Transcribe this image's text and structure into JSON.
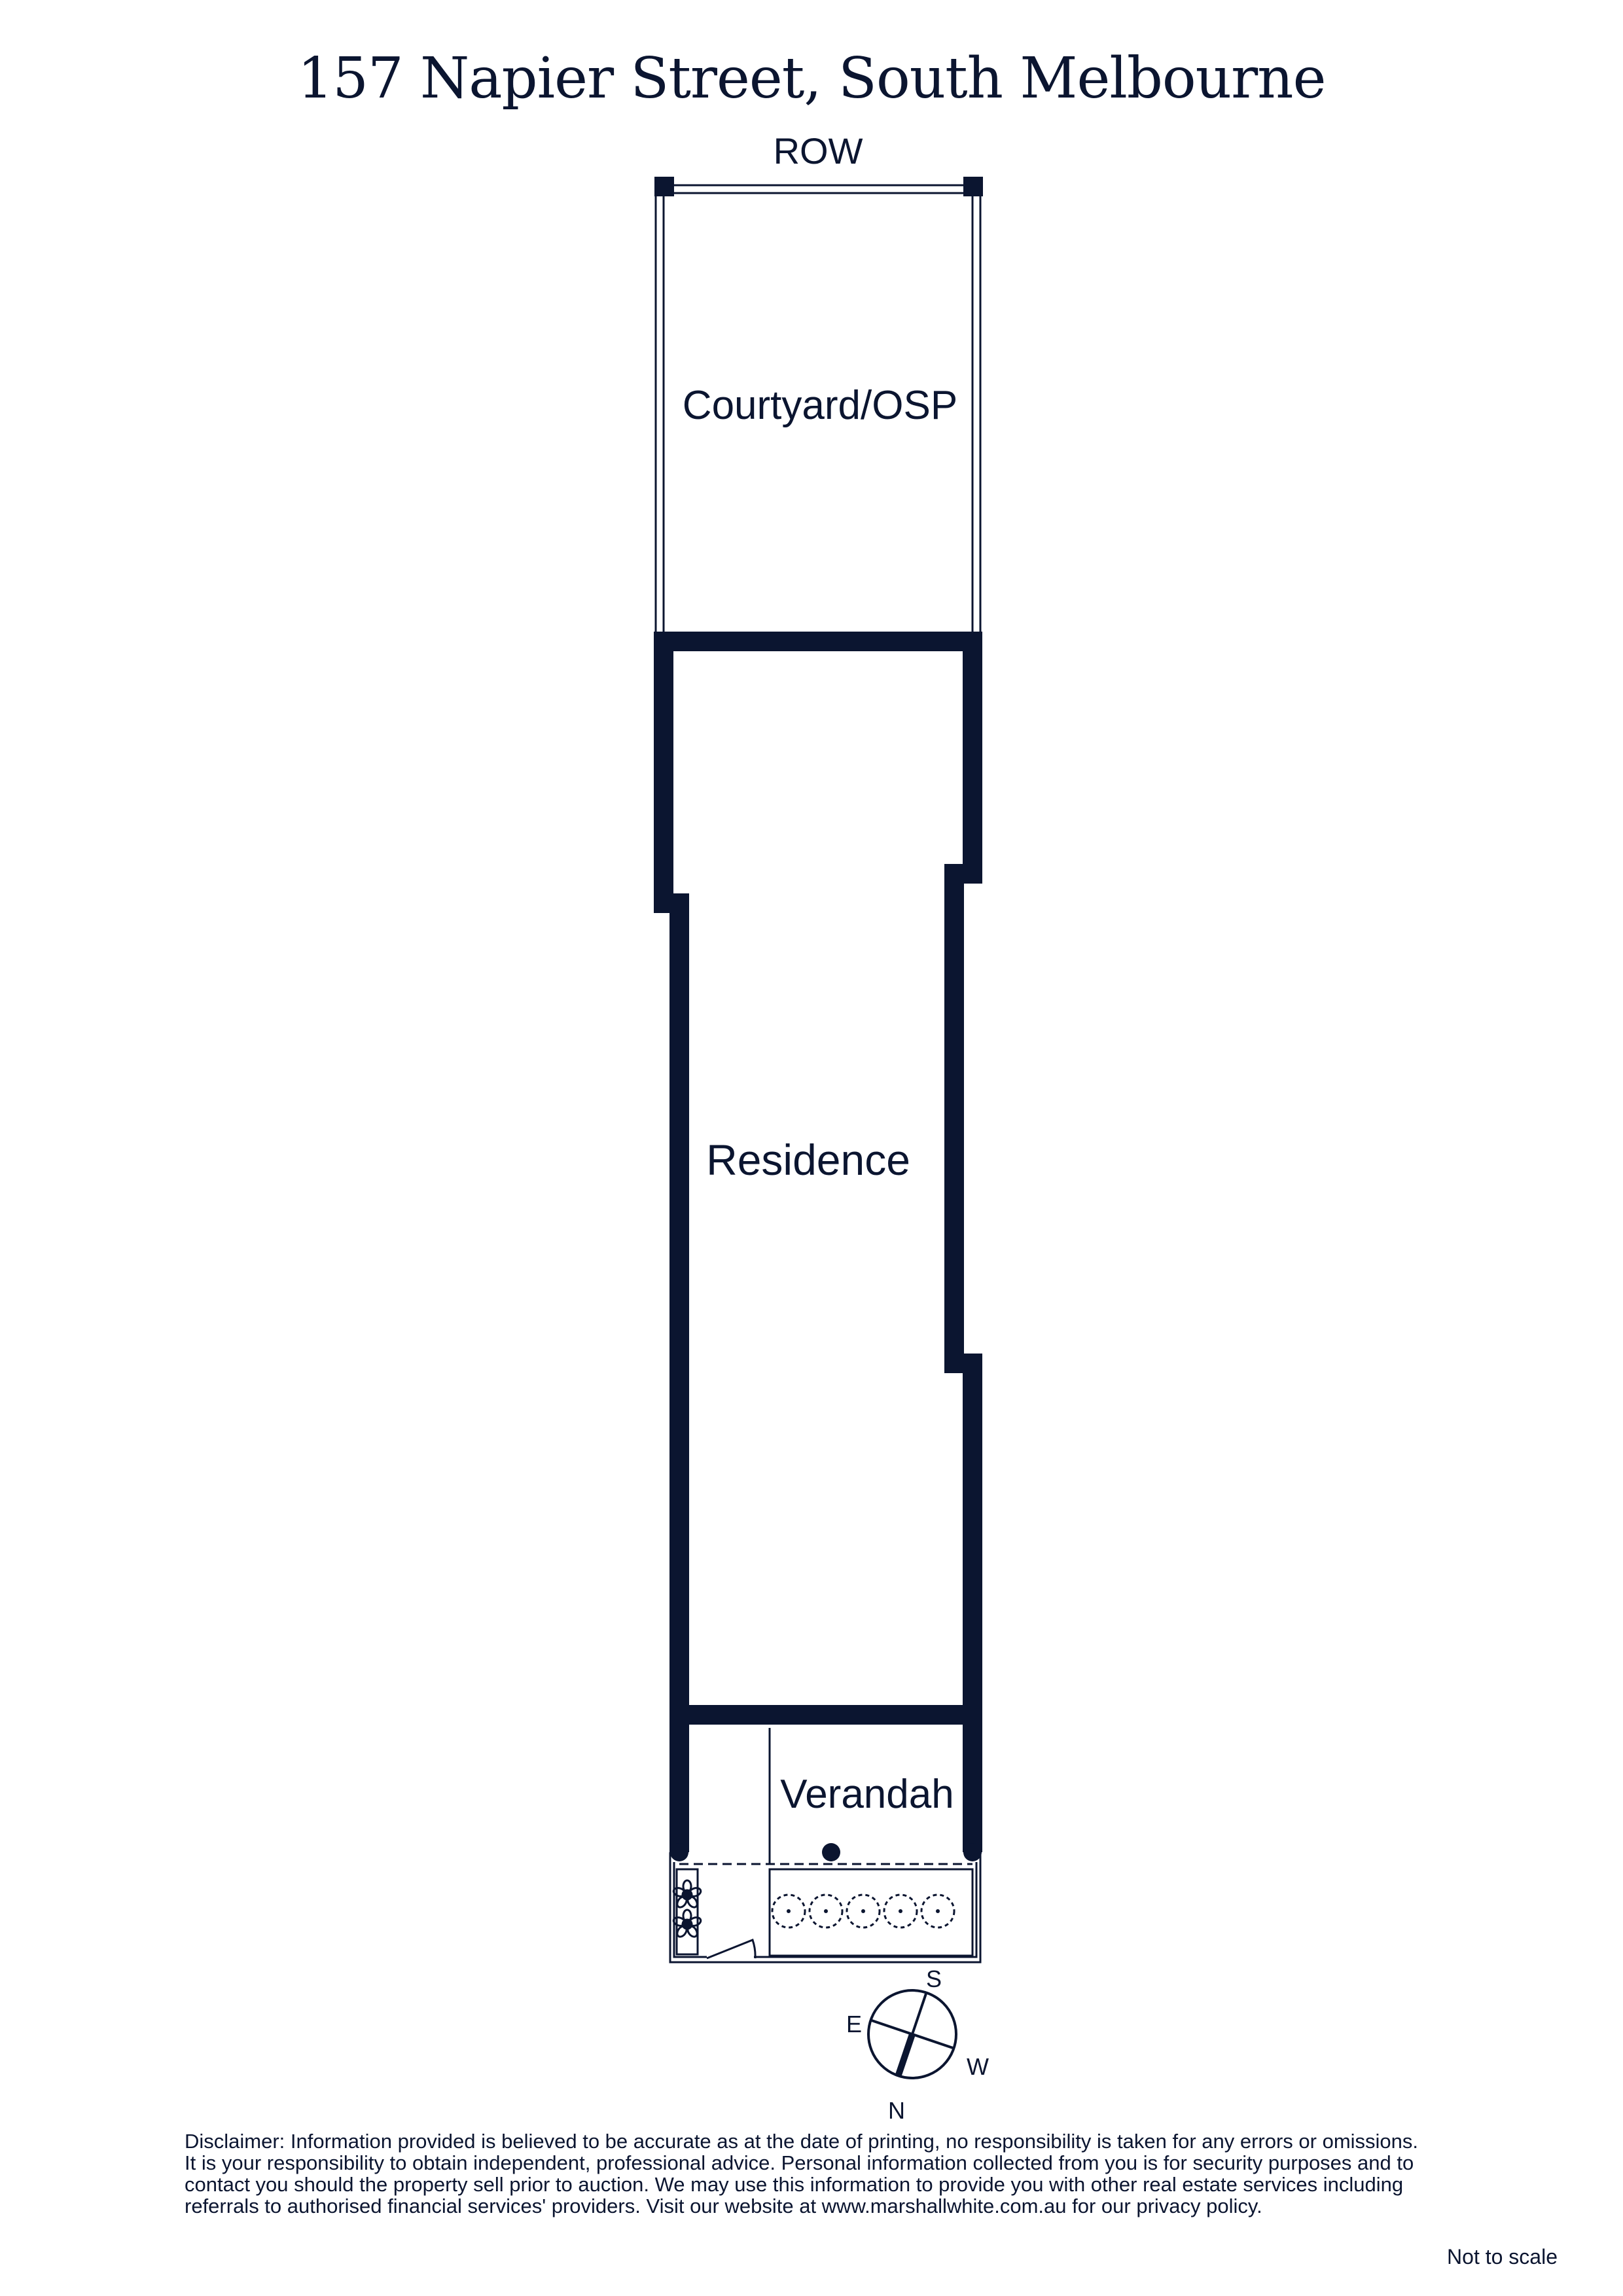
{
  "title": "157 Napier Street, South Melbourne",
  "rooms": {
    "row": "ROW",
    "courtyard": "Courtyard/OSP",
    "residence": "Residence",
    "verandah": "Verandah"
  },
  "compass": {
    "north": "N",
    "south": "S",
    "east": "E",
    "west": "W"
  },
  "disclaimer": "Disclaimer: Information provided is believed to be accurate as at the date of printing, no responsibility is taken for any errors or omissions. It is your responsibility to obtain independent, professional advice. Personal information collected from you is for security purposes and to contact you should the property sell prior to auction. We may use this information to provide you with other real estate services including referrals to authorised financial services' providers. Visit our website at www.marshallwhite.com.au for our privacy policy.",
  "scale_note": "Not to scale",
  "colors": {
    "ink": "#0b1530"
  }
}
